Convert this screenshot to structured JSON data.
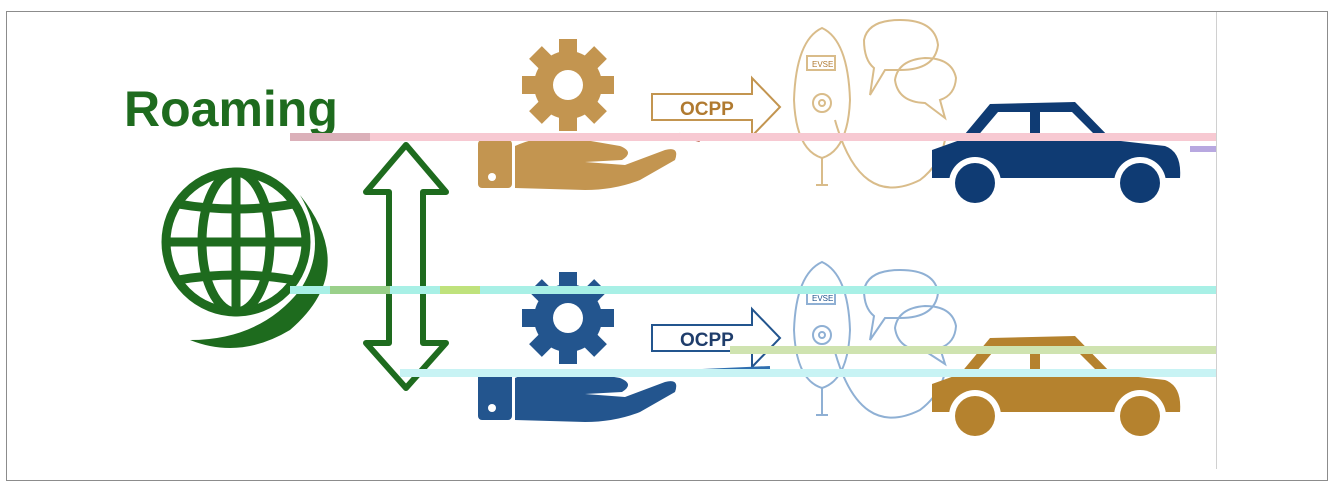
{
  "title": "Roaming",
  "rows": [
    {
      "protocol_label": "OCPP",
      "station_label": "EVSE",
      "operator_color": "#c39550",
      "car_color": "#0f3b73"
    },
    {
      "protocol_label": "OCPP",
      "station_label": "EVSE",
      "operator_color": "#23558e",
      "car_color": "#b5822e"
    }
  ],
  "colors": {
    "roaming": "#1e6b1e",
    "station_outline": "#d9bc8a",
    "station_outline_blue": "#8fb0d4"
  },
  "icons": [
    "globe-icon",
    "double-arrow-icon",
    "gear-icon",
    "hand-icon",
    "ocpp-arrow-icon",
    "evse-station-icon",
    "speech-bubbles-icon",
    "car-icon"
  ]
}
